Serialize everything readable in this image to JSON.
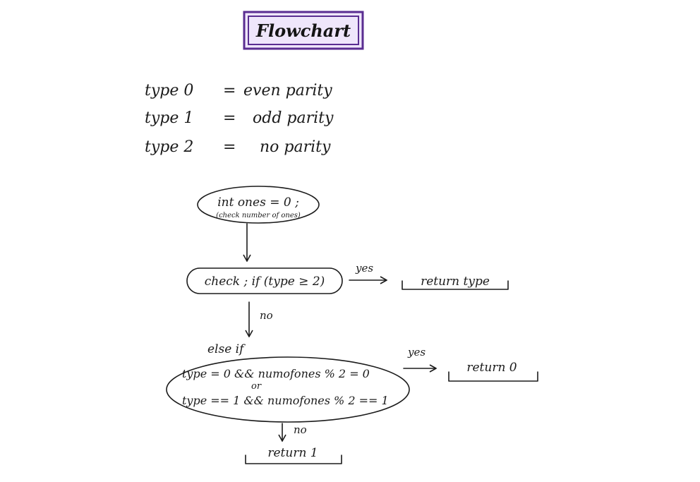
{
  "title": "Flowchart",
  "colors": {
    "ink": "#1b1b1b",
    "title_box": "#5a2d91",
    "title_box_fill": "#efe6fb"
  },
  "legend": [
    {
      "type": "type 0",
      "eq": "=",
      "meaning": "even parity"
    },
    {
      "type": "type 1",
      "eq": "=",
      "meaning": "odd parity"
    },
    {
      "type": "type 2",
      "eq": "=",
      "meaning": "no parity"
    }
  ],
  "start": {
    "line1": "int ones = 0 ;",
    "line2": "(check number of ones)"
  },
  "check1": {
    "text": "check ; if (type ≥ 2)",
    "yes_label": "yes",
    "no_label": "no",
    "yes_result": "return type"
  },
  "check2": {
    "prefix": "else if",
    "line1": "type = 0 && numofones % 2 = 0",
    "or_label": "or",
    "line2": "type == 1 && numofones % 2 == 1",
    "yes_label": "yes",
    "no_label": "no",
    "yes_result": "return 0",
    "no_result": "return 1"
  }
}
